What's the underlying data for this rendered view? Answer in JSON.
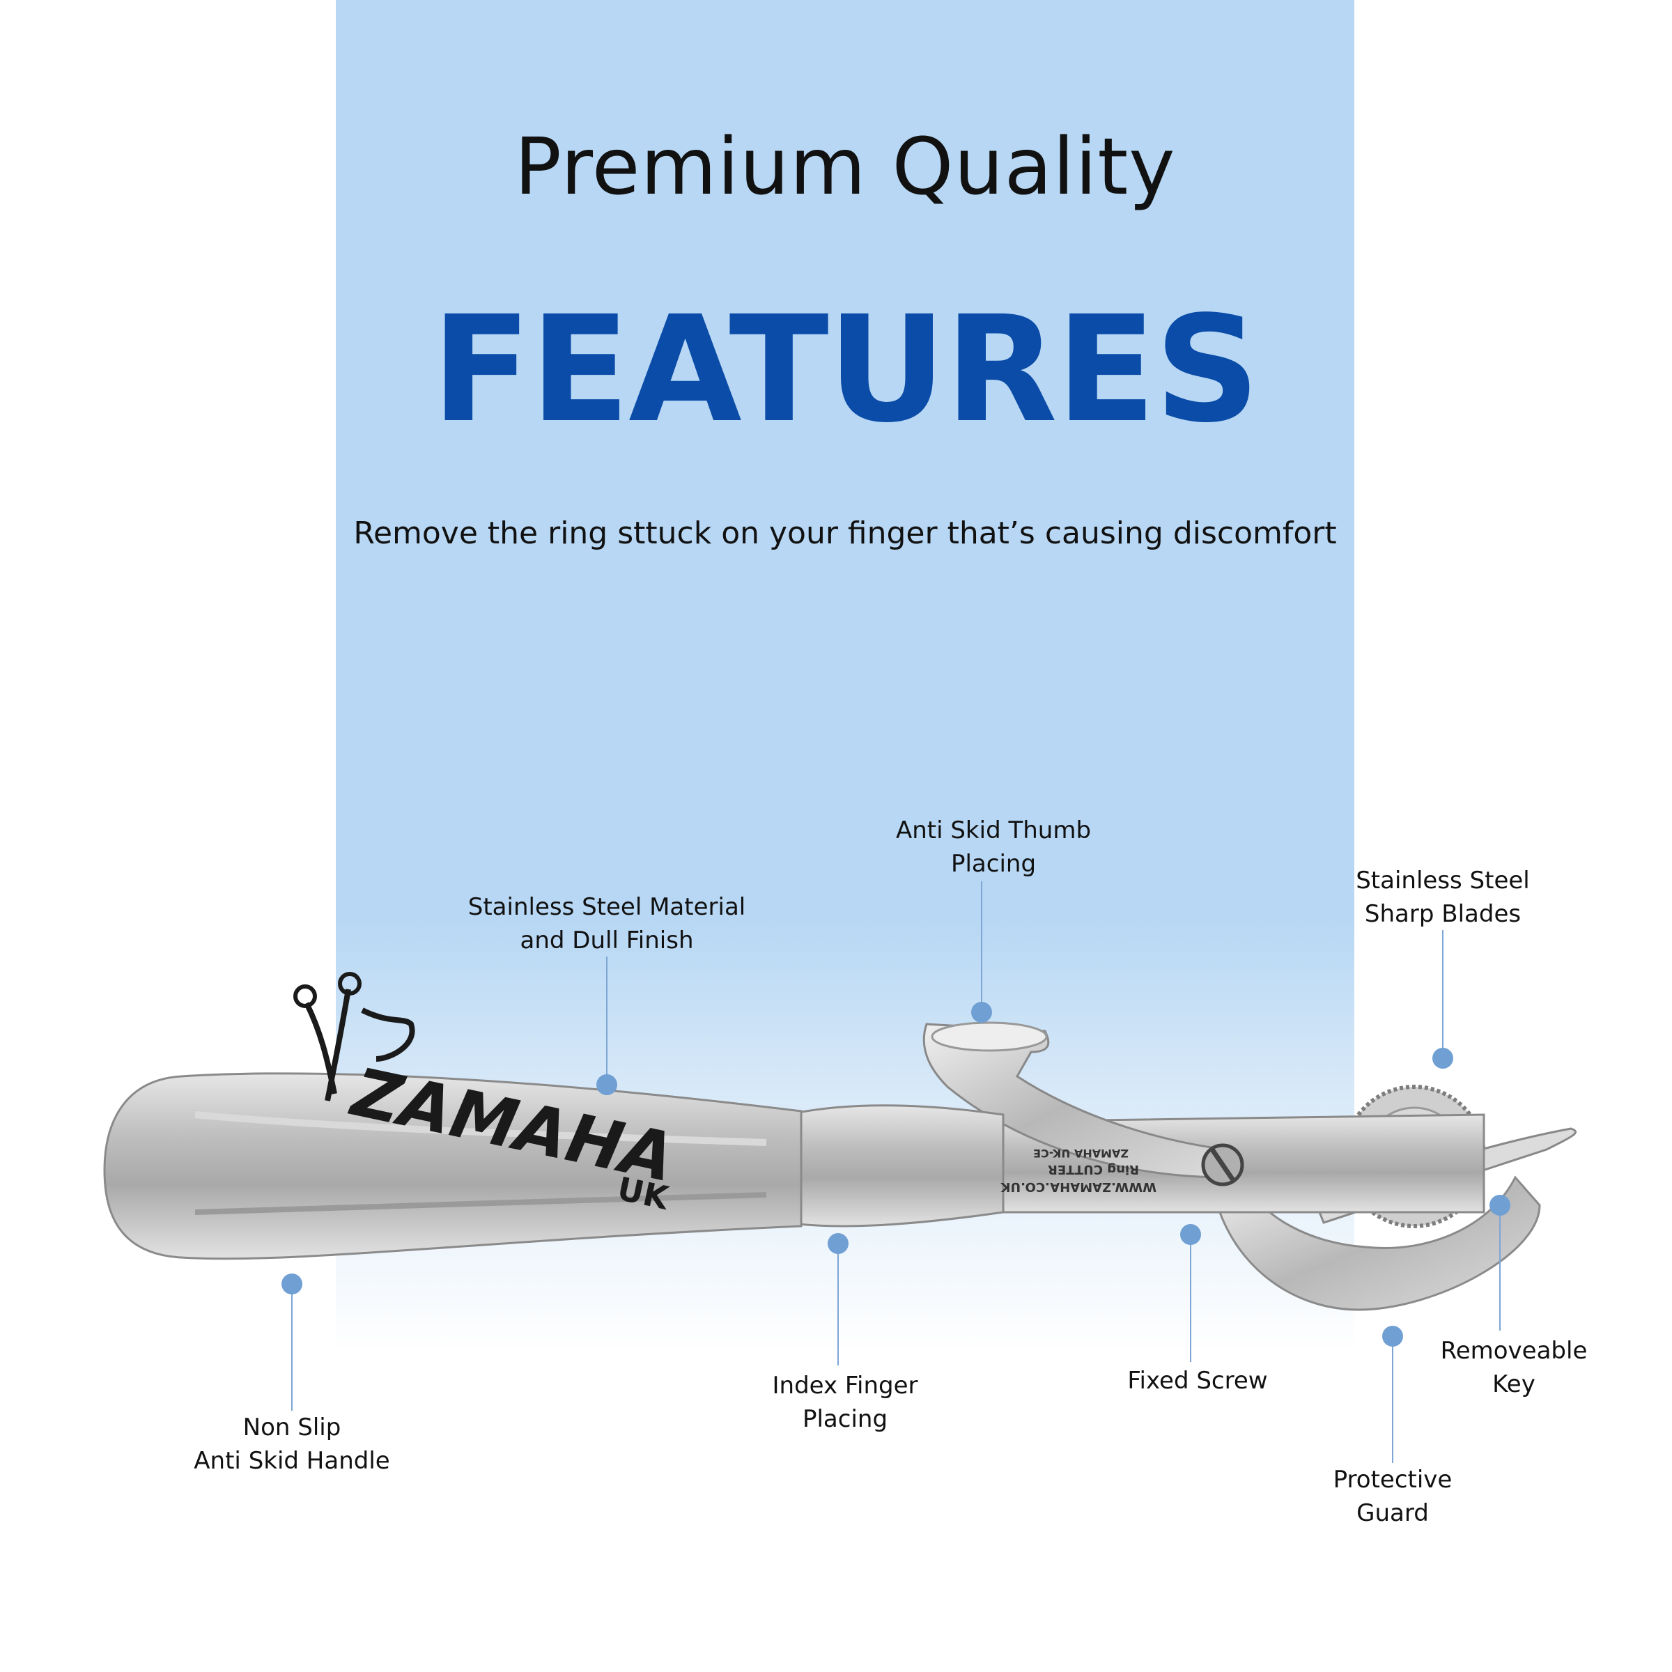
{
  "heading": "Premium Quality",
  "title": "FEATURES",
  "subtitle": "Remove the ring sttuck on your finger that’s causing discomfort",
  "brand": {
    "logo_text": "ZAMAHA",
    "logo_suffix": "UK"
  },
  "engraving": [
    "WWW.ZAMAHA.CO.UK",
    "Ring CUTTER",
    "ZAMAHA UK-CE"
  ],
  "colors": {
    "panel": "#b7d7f4",
    "title": "#0a4ca8",
    "marker": "#6f9fd3"
  },
  "features": [
    {
      "id": "non-slip-handle",
      "label": "Non Slip\nAnti Skid Handle"
    },
    {
      "id": "stainless-material",
      "label": "Stainless Steel Material\nand Dull Finish"
    },
    {
      "id": "index-finger",
      "label": "Index Finger\nPlacing"
    },
    {
      "id": "thumb-placing",
      "label": "Anti Skid Thumb\nPlacing"
    },
    {
      "id": "fixed-screw",
      "label": "Fixed Screw"
    },
    {
      "id": "sharp-blades",
      "label": "Stainless Steel\nSharp Blades"
    },
    {
      "id": "removeable-key",
      "label": "Removeable\nKey"
    },
    {
      "id": "protective-guard",
      "label": "Protective\nGuard"
    }
  ]
}
